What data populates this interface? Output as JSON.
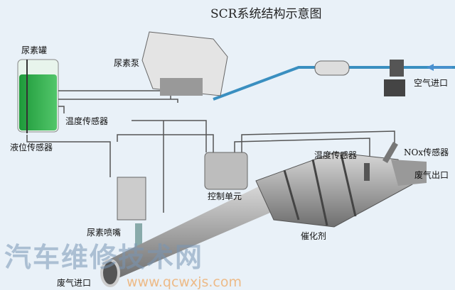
{
  "title": "SCR系统结构示意图",
  "labels": {
    "urea_tank": "尿素罐",
    "urea_pump": "尿素泵",
    "air_inlet": "空气进口",
    "temp_sensor_1": "温度传感器",
    "level_sensor": "液位传感器",
    "control_unit": "控制单元",
    "temp_sensor_2": "温度传感器",
    "nox_sensor": "NOx传感器",
    "exhaust_outlet": "废气出口",
    "urea_nozzle": "尿素喷嘴",
    "catalyst": "催化剂",
    "exhaust_inlet": "废气进口"
  },
  "watermark": {
    "text": "汽车维修技术网",
    "url": "www.qcwxjs.com"
  },
  "colors": {
    "urea": "#2fb34a",
    "pipe": "#3a8fc0",
    "body": "#8a8a8a"
  }
}
